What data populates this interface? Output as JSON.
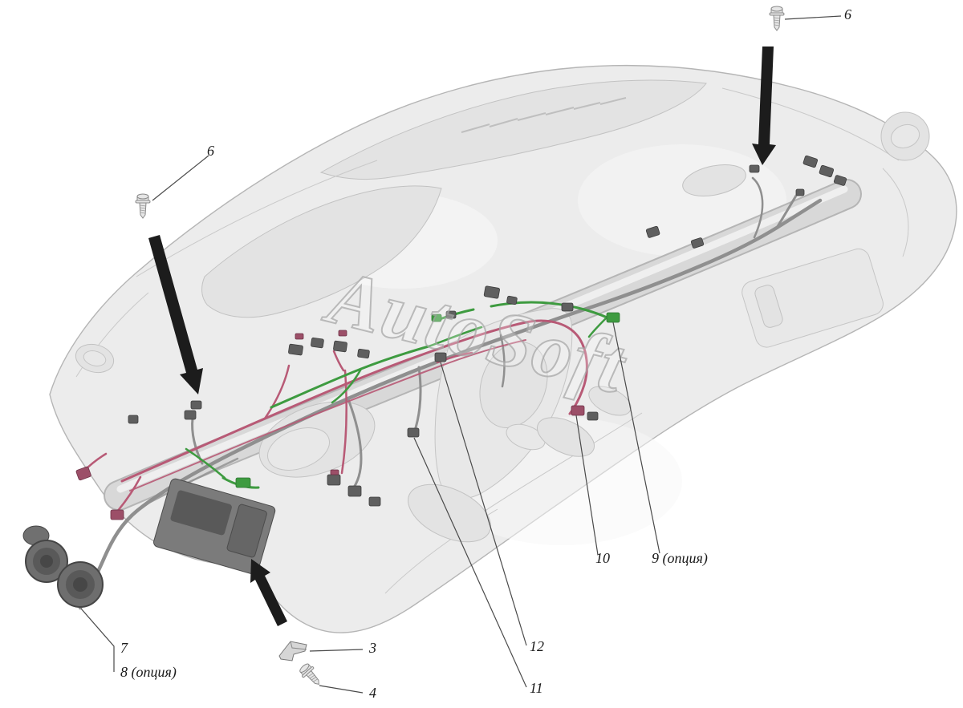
{
  "diagram": {
    "watermark": "AutoSoft",
    "callouts": {
      "top_right_screw": "6",
      "left_screw": "6",
      "harness_main": "7",
      "harness_option": "8 (опция)",
      "bracket": "3",
      "bottom_screw": "4",
      "item_11": "11",
      "item_12": "12",
      "item_10": "10",
      "item_9_option": "9 (опция)"
    },
    "colors": {
      "background": "#ffffff",
      "panel_fill": "#ececec",
      "panel_line": "#b5b5b5",
      "harness_gray": "#8f8f8f",
      "harness_pink": "#b85a76",
      "harness_green": "#3e9b40",
      "connector_dark": "#5f5f5f",
      "arrow_black": "#1c1c1c",
      "leader_line": "#4a4a4a",
      "label_text": "#1a1a1a",
      "watermark_gray": "#a9a9a9"
    }
  }
}
